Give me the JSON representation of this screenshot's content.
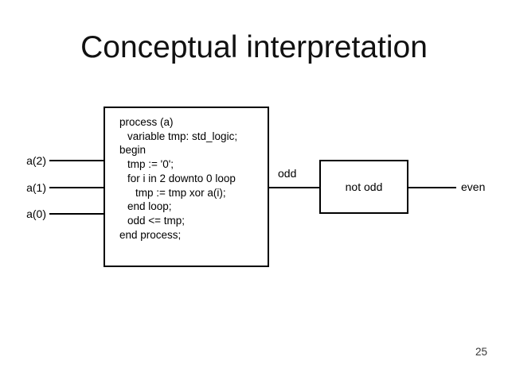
{
  "slide": {
    "title": "Conceptual interpretation",
    "page_number": "25",
    "background_color": "#ffffff",
    "text_color": "#000000"
  },
  "diagram": {
    "inputs": [
      {
        "label": "a(2)"
      },
      {
        "label": "a(1)"
      },
      {
        "label": "a(0)"
      }
    ],
    "process_box": {
      "code_lines": [
        {
          "text": "process (a)",
          "indent": 0
        },
        {
          "text": "variable tmp: std_logic;",
          "indent": 1
        },
        {
          "text": "begin",
          "indent": 0
        },
        {
          "text": "tmp := '0';",
          "indent": 1
        },
        {
          "text": "for i in 2 downto 0 loop",
          "indent": 1
        },
        {
          "text": "tmp := tmp xor a(i);",
          "indent": 2
        },
        {
          "text": "end loop;",
          "indent": 1
        },
        {
          "text": "odd <= tmp;",
          "indent": 1
        },
        {
          "text": "end process;",
          "indent": 0
        }
      ]
    },
    "odd_signal_label": "odd",
    "not_odd_box_label": "not odd",
    "even_signal_label": "even",
    "line_color": "#000000"
  }
}
